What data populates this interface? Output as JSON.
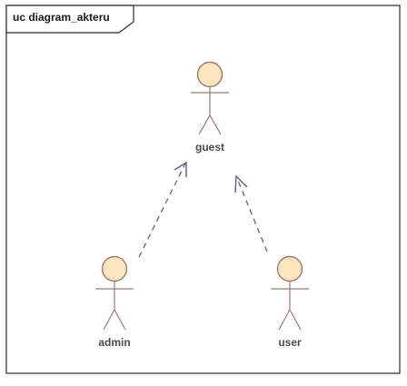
{
  "frame": {
    "title": "uc diagram_akteru"
  },
  "actors": [
    {
      "id": "guest",
      "label": "guest"
    },
    {
      "id": "admin",
      "label": "admin"
    },
    {
      "id": "user",
      "label": "user"
    }
  ],
  "relationships": [
    {
      "from": "admin",
      "to": "guest",
      "type": "dependency"
    },
    {
      "from": "user",
      "to": "guest",
      "type": "dependency"
    }
  ],
  "colors": {
    "actor_fill": "#fde6bf",
    "actor_stroke": "#9a7a72",
    "arrow": "#59627a",
    "frame": "#2b2b2b"
  }
}
